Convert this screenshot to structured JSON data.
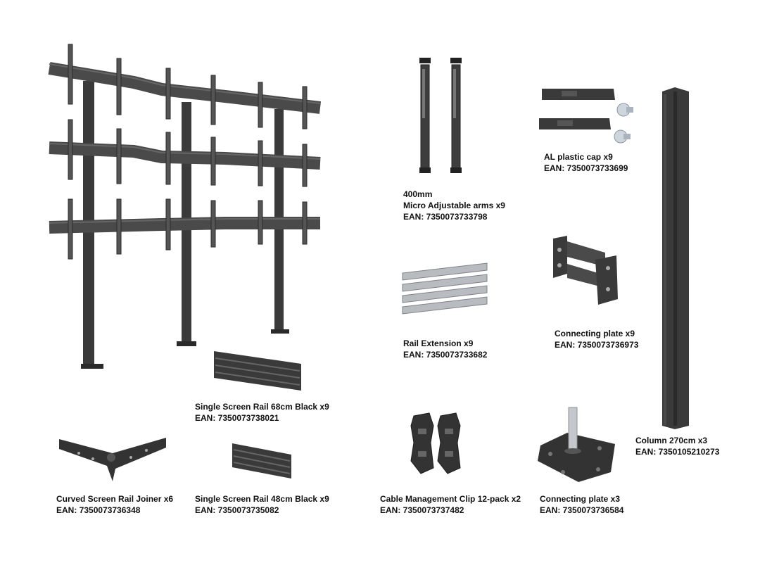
{
  "colors": {
    "background": "#ffffff",
    "metal_dark": "#3a3a3a",
    "metal_mid": "#555555",
    "silver": "#b8bcc0",
    "text": "#111111"
  },
  "parts": [
    {
      "id": "arms",
      "icon": "adjustable-arms-icon",
      "lines": [
        "400mm",
        "Micro Adjustable arms x9",
        "EAN: 7350073733798"
      ]
    },
    {
      "id": "cap",
      "icon": "plastic-cap-icon",
      "lines": [
        "AL plastic cap x9",
        "EAN: 7350073733699"
      ]
    },
    {
      "id": "rail-ext",
      "icon": "rail-extension-icon",
      "lines": [
        "Rail Extension x9",
        "EAN: 7350073733682"
      ]
    },
    {
      "id": "connplate9",
      "icon": "connecting-plate-bracket-icon",
      "lines": [
        "Connecting plate x9",
        "EAN: 7350073736973"
      ]
    },
    {
      "id": "rail68",
      "icon": "screen-rail-68-icon",
      "lines": [
        "Single Screen Rail 68cm Black x9",
        "EAN: 7350073738021"
      ]
    },
    {
      "id": "column",
      "icon": "column-icon",
      "lines": [
        "Column 270cm x3",
        "EAN: 7350105210273"
      ]
    },
    {
      "id": "joiner",
      "icon": "curved-rail-joiner-icon",
      "lines": [
        "Curved Screen Rail Joiner x6",
        "EAN: 7350073736348"
      ]
    },
    {
      "id": "rail48",
      "icon": "screen-rail-48-icon",
      "lines": [
        "Single Screen Rail 48cm Black x9",
        "EAN: 7350073735082"
      ]
    },
    {
      "id": "clip",
      "icon": "cable-clip-icon",
      "lines": [
        "Cable Management Clip 12-pack x2",
        "EAN: 7350073737482"
      ]
    },
    {
      "id": "connplate3",
      "icon": "floor-plate-icon",
      "lines": [
        "Connecting plate x3",
        "EAN: 7350073736584"
      ]
    }
  ]
}
